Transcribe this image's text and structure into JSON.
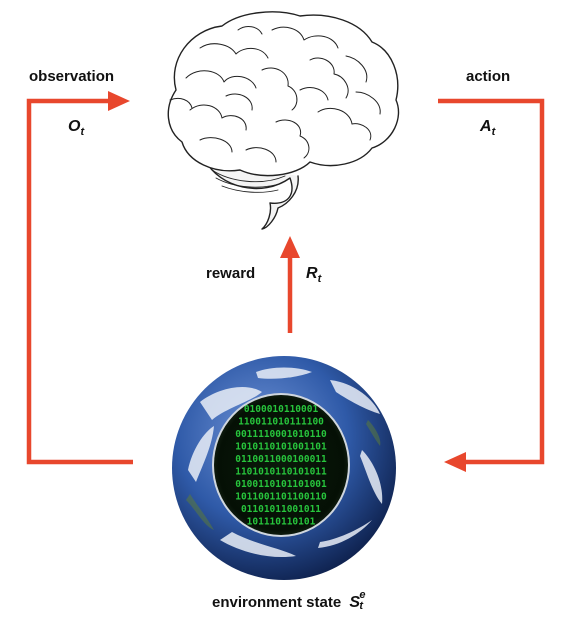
{
  "labels": {
    "observation": "observation",
    "action": "action",
    "reward": "reward",
    "environment_state": "environment state"
  },
  "symbols": {
    "observation": {
      "base": "O",
      "sub": "t"
    },
    "action": {
      "base": "A",
      "sub": "t"
    },
    "reward": {
      "base": "R",
      "sub": "t"
    },
    "environment_state": {
      "base": "S",
      "sup": "e",
      "sub": "t"
    }
  },
  "colors": {
    "arrow": "#e8472d",
    "earth_ocean": "#2f5aa8",
    "code_green": "#27c43c"
  },
  "earth_binary_text": [
    "0100010110001",
    "110011010111100",
    "0011110001010110",
    "1010110101001101",
    "0110011000100011",
    "1101010110101011",
    "0100110101101001",
    "1011001101100110",
    "01101011001011",
    "101110110101"
  ]
}
